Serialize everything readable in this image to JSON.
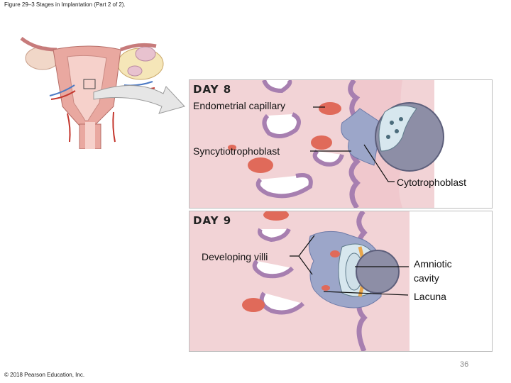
{
  "figure": {
    "title": "Figure 29–3 Stages in Implantation (Part 2 of 2).",
    "copyright": "© 2018 Pearson Education, Inc.",
    "page_number": "36"
  },
  "day8": {
    "heading": "DAY 8",
    "labels": {
      "endometrial_capillary": "Endometrial capillary",
      "syncytiotrophoblast": "Syncytiotrophoblast",
      "cytotrophoblast": "Cytotrophoblast"
    }
  },
  "day9": {
    "heading": "DAY 9",
    "labels": {
      "developing_villi": "Developing villi",
      "amniotic_cavity": "Amniotic cavity",
      "lacuna": "Lacuna"
    }
  },
  "colors": {
    "endometrium": "#f2d3d6",
    "gland_wall": "#a77fb0",
    "capillary": "#e06a5a",
    "syncytiotrophoblast": "#9ca6c9",
    "cytotrophoblast": "#d7e7ee",
    "blastocoel": "#8d8ea6",
    "amnion": "#e9a64a"
  }
}
